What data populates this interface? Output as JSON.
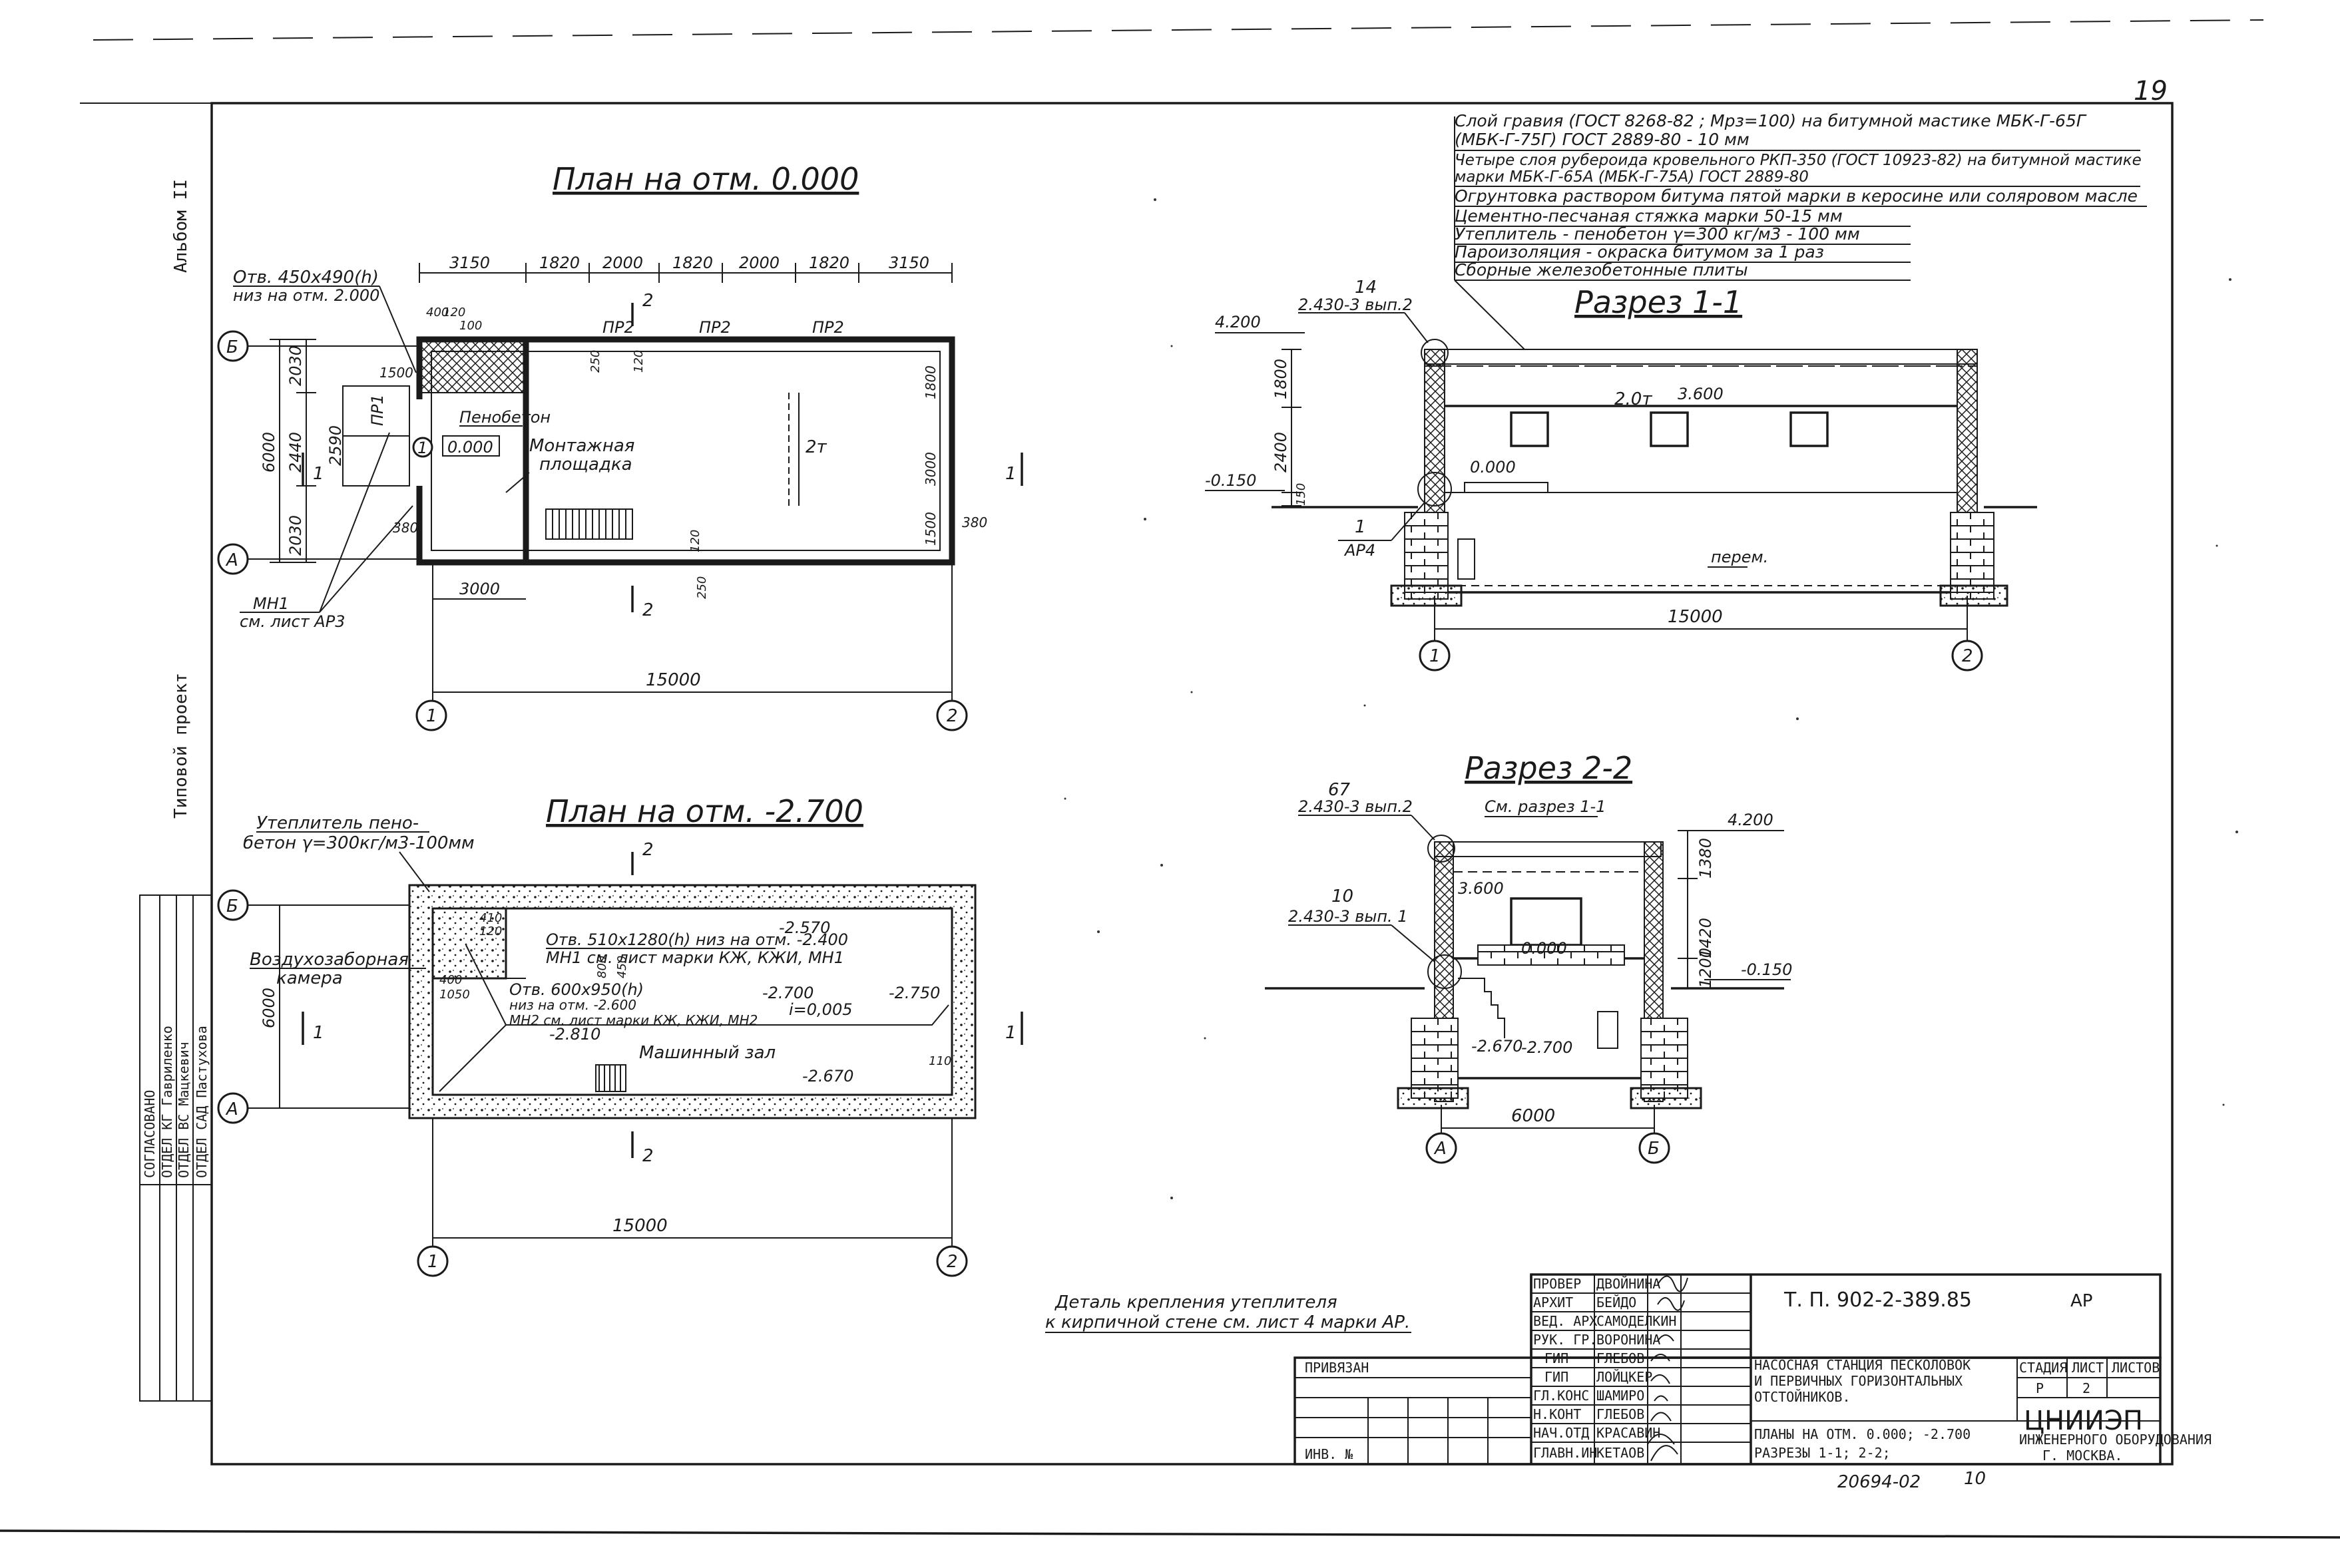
{
  "sheet": {
    "sheet_no": "19",
    "side_album": "Альбом II",
    "side_project": "Типовой   проект",
    "bottom_code": "20694-02",
    "bottom_page": "10",
    "approvals": {
      "header": "СОГЛАСОВАНО",
      "rows": [
        "ОТДЕЛ КГ   Гавриленко",
        "ОТДЕЛ ВС   Мацкевич",
        "ОТДЕЛ САД  Пастухова"
      ]
    }
  },
  "layers_note": [
    "Слой гравия (ГОСТ 8268-82 ; Мрз=100) на битумной мастике МБК-Г-65Г",
    "(МБК-Г-75Г)  ГОСТ 2889-80 - 10 мм",
    "Четыре слоя рубероида кровельного РКП-350 (ГОСТ 10923-82) на битумной мастике",
    "марки МБК-Г-65А (МБК-Г-75А) ГОСТ 2889-80",
    "Огрунтовка раствором битума пятой марки в керосине или соляровом масле",
    "Цементно-песчаная стяжка марки 50-15 мм",
    "Утеплитель - пенобетон γ=300 кг/м3 - 100 мм",
    "Пароизоляция - окраска битумом за 1 раз",
    "Сборные железобетонные плиты"
  ],
  "plan1": {
    "title": "План на отм. 0.000",
    "opening_note": [
      "Отв. 450х490(h)",
      "низ на отм. 2.000"
    ],
    "dims_top": [
      "3150",
      "1820",
      "2000",
      "1820",
      "2000",
      "1820",
      "3150"
    ],
    "dims_left": [
      "2030",
      "2440",
      "2030"
    ],
    "dims_inner_left": [
      "2590"
    ],
    "overall_left": "6000",
    "overall_bottom": "15000",
    "partial_bottom": "3000",
    "elev": "0.000",
    "room": [
      "Монтажная",
      "площадка"
    ],
    "material": "Пенобетон",
    "crane": "2т",
    "beams": [
      "ПР2",
      "ПР2",
      "ПР2"
    ],
    "lintel": "ПР1",
    "mesh_note": [
      "МН1",
      "см. лист АР3"
    ],
    "small_dims": [
      "400",
      "120",
      "100",
      "1500",
      "250",
      "120",
      "1800",
      "3000",
      "1500",
      "380",
      "380",
      "250",
      "120"
    ],
    "axes_letters": [
      "Б",
      "А"
    ],
    "axes_numbers": [
      "1",
      "2"
    ],
    "callout": "1",
    "cut_marks": [
      "1",
      "1",
      "2",
      "2"
    ]
  },
  "plan2": {
    "title": "План на отм. -2.700",
    "insul_note": [
      "Утеплитель пено-",
      "бетон γ=300кг/м3-100мм"
    ],
    "air_chamber": [
      "Воздухозаборная",
      "камера"
    ],
    "opening1": [
      "Отв. 510х1280(h) низ на отм. -2.400",
      "МН1 см. лист марки КЖ, КЖИ, МН1"
    ],
    "opening2": [
      "Отв. 600х950(h)",
      "низ на отм. -2.600",
      "МН2 см. лист марки КЖ, КЖИ, МН2"
    ],
    "room": "Машинный зал",
    "elevs": [
      "-2.570",
      "-2.700",
      "-2.750",
      "-2.810",
      "-2.670"
    ],
    "slope": "i=0,005",
    "overall_left": "6000",
    "overall_bottom": "15000",
    "small_dims": [
      "410",
      "120",
      "400",
      "1050",
      "800",
      "450",
      "110"
    ],
    "axes_letters": [
      "Б",
      "А"
    ],
    "axes_numbers": [
      "1",
      "2"
    ],
    "cut_marks": [
      "1",
      "1",
      "2",
      "2"
    ]
  },
  "section1": {
    "title": "Разрез 1-1",
    "callout_top": [
      "14",
      "2.430-3 вып.2"
    ],
    "callout_bottom": [
      "1",
      "АР4"
    ],
    "elevs": [
      "4.200",
      "-0.150",
      "0.000",
      "3.600"
    ],
    "crane": "2.0т",
    "dims_left": [
      "1800",
      "2400",
      "150"
    ],
    "floor_label": "перем.",
    "overall_bottom": "15000",
    "axes": [
      "1",
      "2"
    ]
  },
  "section2": {
    "title": "Разрез 2-2",
    "callout_top": [
      "67",
      "2.430-3 вып.2"
    ],
    "ref": "См. разрез 1-1",
    "callout_mid": [
      "10",
      "2.430-3 вып. 1"
    ],
    "elevs": [
      "4.200",
      "-0.150",
      "3.600",
      "0.000",
      "-2.670",
      "-2.700"
    ],
    "dims_right": [
      "1380",
      "1420",
      "1200"
    ],
    "overall_bottom": "6000",
    "axes": [
      "А",
      "Б"
    ]
  },
  "detail_note": [
    "Деталь крепления утеплителя",
    "к кирпичной стене см. лист 4 марки АР."
  ],
  "title_block": {
    "doc_code": "Т. П. 902-2-389.85",
    "mark": "АР",
    "bound": "ПРИВЯЗАН",
    "inv": "ИНВ. №",
    "roles": [
      "ПРОВЕР",
      "АРХИТ",
      "ВЕД. АРХ",
      "РУК. ГР.",
      "ГИП",
      "ГИП",
      "ГЛ.КОНС",
      "Н.КОНТ",
      "НАЧ.ОТД",
      "ГЛАВН.ИН"
    ],
    "names": [
      "ДВОЙНИНА",
      "БЕЙДО",
      "САМОДЕЛКИН",
      "ВОРОНИНА",
      "ГЛЕБОВ",
      "ЛОЙЦКЕР",
      "ШАМИРО",
      "ГЛЕБОВ",
      "КРАСАВИН",
      "КЕТАОВ"
    ],
    "project_name": [
      "НАСОСНАЯ СТАНЦИЯ ПЕСКОЛОВОК",
      "И ПЕРВИЧНЫХ ГОРИЗОНТАЛЬНЫХ",
      "ОТСТОЙНИКОВ."
    ],
    "sheet_name": [
      "ПЛАНЫ НА ОТМ. 0.000; -2.700",
      "РАЗРЕЗЫ 1-1; 2-2;"
    ],
    "stage_label": "СТАДИЯ",
    "sheet_label": "ЛИСТ",
    "sheets_label": "ЛИСТОВ",
    "stage": "Р",
    "sheet": "2",
    "org": "ЦНИИЭП",
    "org_full": "ИНЖЕНЕРНОГО ОБОРУДОВАНИЯ",
    "city": "Г. МОСКВА."
  }
}
